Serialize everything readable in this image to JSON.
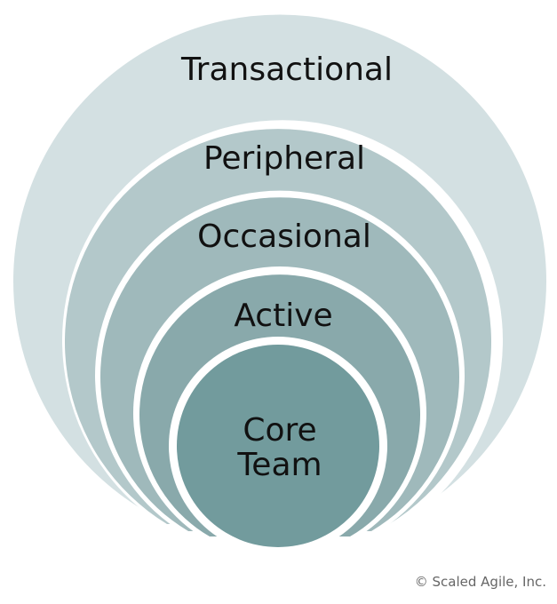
{
  "diagram": {
    "rings": [
      {
        "id": "transactional",
        "label": "Transactional",
        "color": "#d3e0e2"
      },
      {
        "id": "peripheral",
        "label": "Peripheral",
        "color": "#b3c8ca"
      },
      {
        "id": "occasional",
        "label": "Occasional",
        "color": "#9fb9bb"
      },
      {
        "id": "active",
        "label": "Active",
        "color": "#89a9ab"
      }
    ],
    "core": {
      "label_line1": "Core",
      "label_line2": "Team",
      "color": "#729b9d"
    }
  },
  "footer": {
    "copyright": "© Scaled Agile, Inc."
  }
}
